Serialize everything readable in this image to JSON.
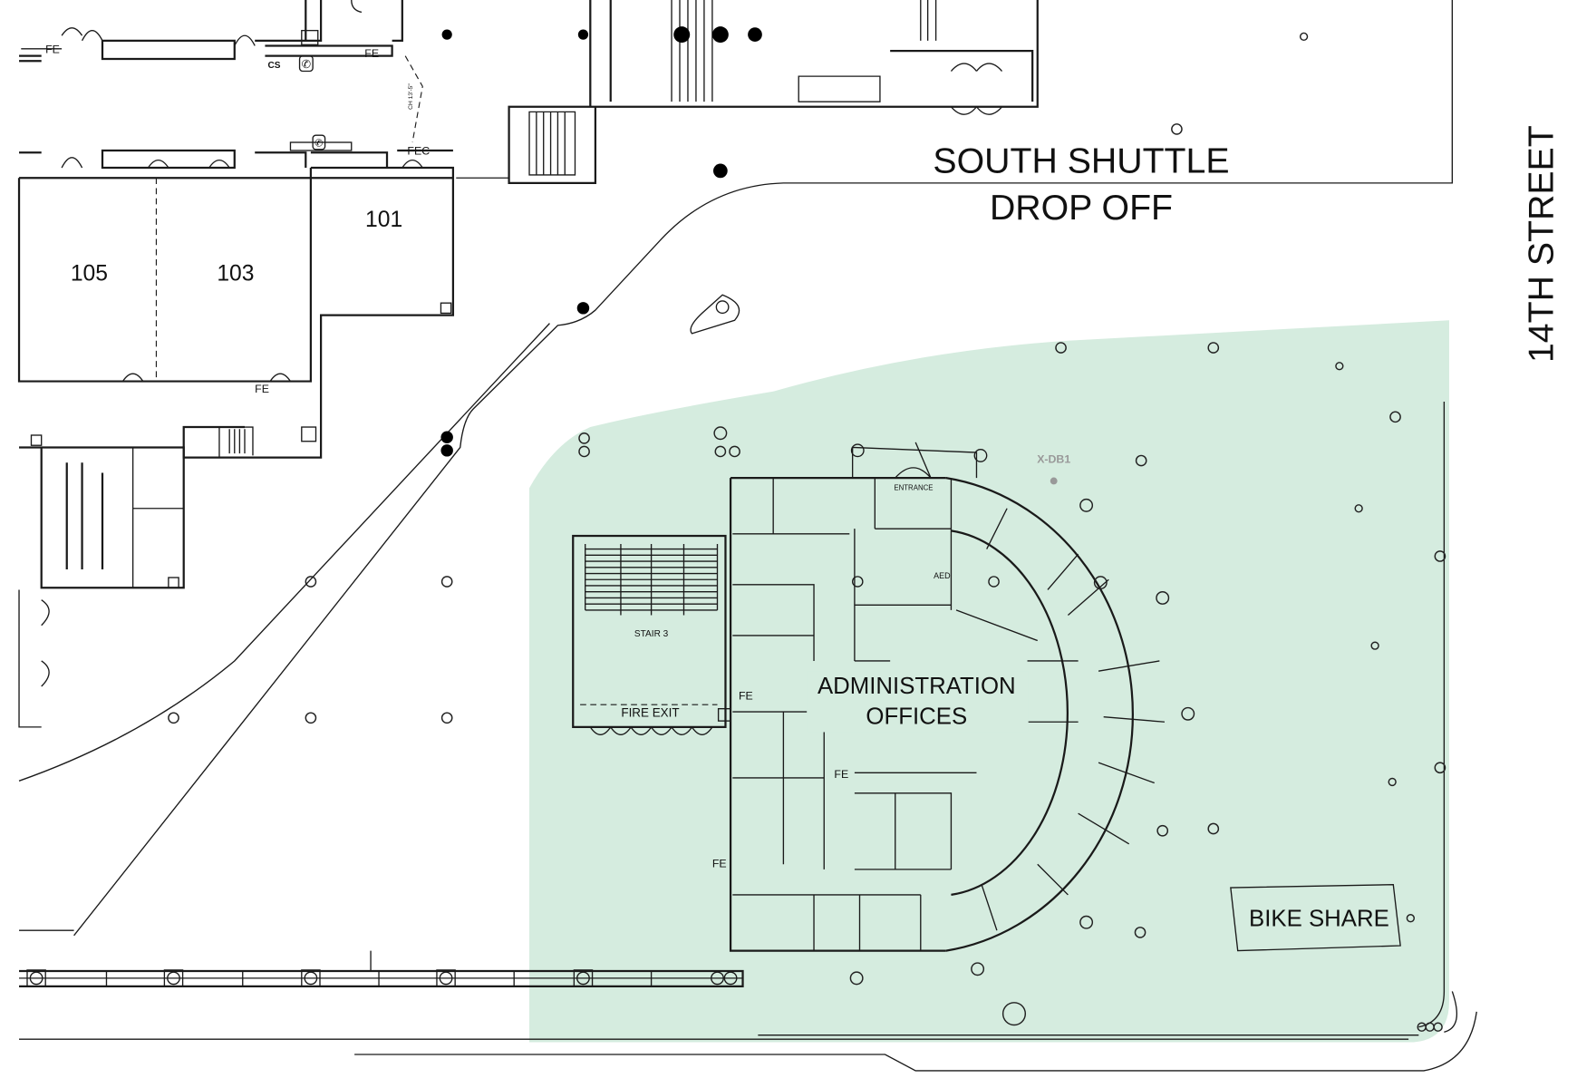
{
  "map": {
    "colors": {
      "admin_area": "#d5ecdf",
      "lines": "#1a1a1a",
      "marker": "#999999"
    },
    "street_label": "14TH STREET",
    "dropoff": {
      "line1": "SOUTH SHUTTLE",
      "line2": "DROP OFF"
    },
    "rooms": {
      "r101": "101",
      "r103": "103",
      "r105": "105"
    },
    "admin": {
      "line1": "ADMINISTRATION",
      "line2": "OFFICES",
      "entrance": "ENTRANCE",
      "aed": "AED",
      "stair": "STAIR 3",
      "fire_exit": "FIRE EXIT"
    },
    "marker_label": "X-DB1",
    "bike_share": "BIKE SHARE",
    "small_labels": {
      "fe": "FE",
      "cs": "CS",
      "fec": "FEC",
      "ceiling": "CH 13'-5\""
    }
  }
}
